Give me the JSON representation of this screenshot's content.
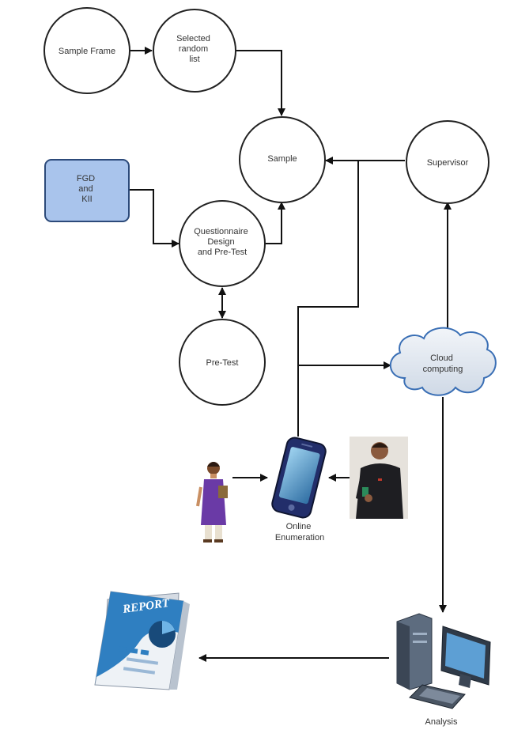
{
  "nodes": {
    "sample_frame": {
      "label": [
        "Sample Frame"
      ]
    },
    "random_list": {
      "label": [
        "Selected",
        "random",
        "list"
      ]
    },
    "sample": {
      "label": [
        "Sample"
      ]
    },
    "supervisor": {
      "label": [
        "Supervisor"
      ]
    },
    "fgd_kii": {
      "label": [
        "FGD",
        "and",
        "KII"
      ]
    },
    "questionnaire": {
      "label": [
        "Questionnaire",
        "Design",
        "and Pre-Test"
      ]
    },
    "pre_test": {
      "label": [
        "Pre-Test"
      ]
    },
    "cloud": {
      "label": [
        "Cloud",
        "computing"
      ]
    },
    "online_enumeration": {
      "label": [
        "Online",
        "Enumeration"
      ]
    },
    "analysis": {
      "label": [
        "Analysis"
      ]
    }
  },
  "report_cover_text": "REPORT",
  "colors": {
    "fgd_fill": "#a9c4ec",
    "fgd_stroke": "#2c4a7a",
    "cloud_fill": "#dfe6ef",
    "cloud_stroke": "#3a6fb5",
    "phone_body": "#222e6a",
    "phone_screen": "#5fa3cf",
    "report_blue": "#2f7fc1"
  }
}
